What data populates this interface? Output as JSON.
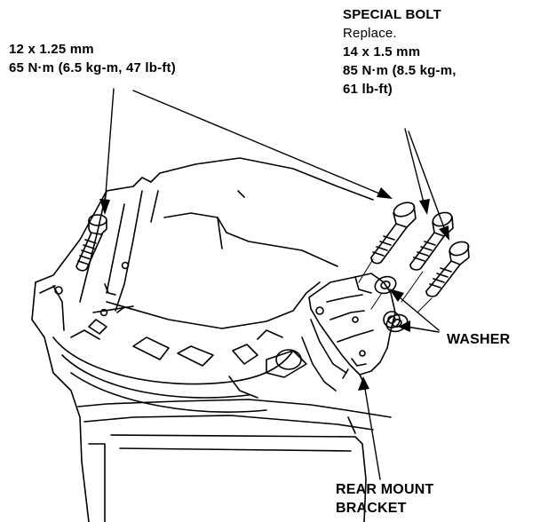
{
  "labels": {
    "left_bolt": {
      "size": "12 x 1.25 mm",
      "torque": "65 N·m (6.5 kg-m, 47 lb-ft)"
    },
    "special_bolt": {
      "title": "SPECIAL BOLT",
      "note": "Replace.",
      "size": "14 x 1.5 mm",
      "torque_line1": "85 N·m (8.5 kg-m,",
      "torque_line2": "61 lb-ft)"
    },
    "washer": "WASHER",
    "bracket_line1": "REAR MOUNT",
    "bracket_line2": "BRACKET"
  },
  "colors": {
    "ink": "#000000",
    "paper": "#ffffff"
  }
}
